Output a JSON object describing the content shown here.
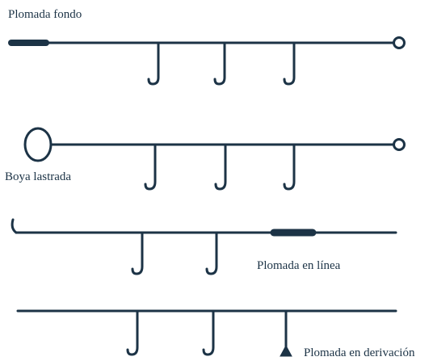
{
  "labels": {
    "rig_1": "Plomada fondo",
    "rig_2": "Boya lastrada",
    "rig_3": "Plomada en línea",
    "rig_4": "Plomada en derivación"
  },
  "colors": {
    "line": "#1c3346",
    "background": "#ffffff"
  }
}
